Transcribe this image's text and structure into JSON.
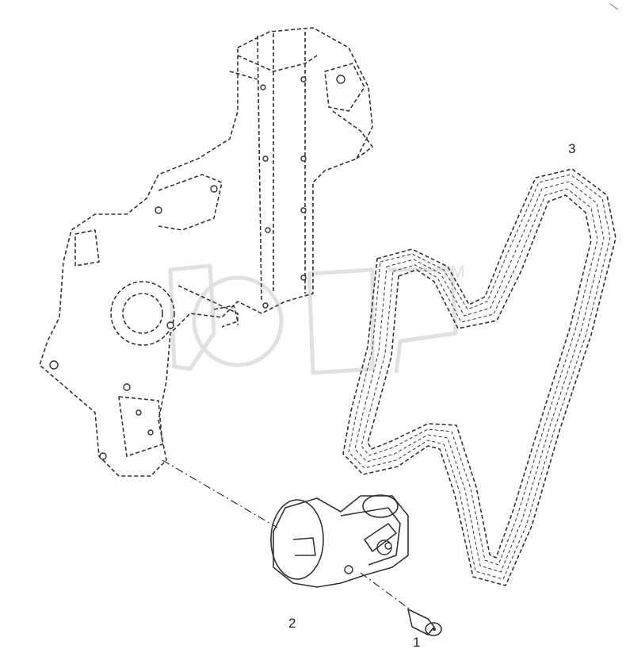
{
  "callouts": {
    "c1": "1",
    "c2": "2",
    "c3": "3"
  },
  "parts": [
    {
      "id": "bolt",
      "callout": "1"
    },
    {
      "id": "belt-tensioner",
      "callout": "2"
    },
    {
      "id": "poly-v-belt",
      "callout": "3"
    }
  ]
}
